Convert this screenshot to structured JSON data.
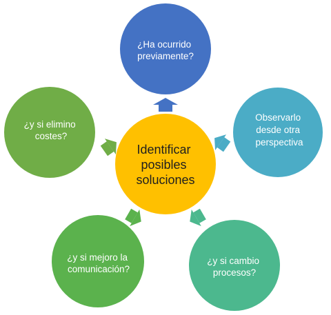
{
  "diagram": {
    "center": {
      "lines": [
        "Identificar",
        "posibles",
        "soluciones"
      ],
      "color": "#FFC000",
      "text_color": "#1f1f1f"
    },
    "nodes": [
      {
        "id": "top",
        "lines": [
          "¿Ha ocurrido",
          "previamente?"
        ],
        "color": "#4472C4",
        "text_color": "#ffffff"
      },
      {
        "id": "right",
        "lines": [
          "Observarlo",
          "desde otra",
          "perspectiva"
        ],
        "color": "#4BACC6",
        "text_color": "#ffffff"
      },
      {
        "id": "bottom-right",
        "lines": [
          "¿y si cambio",
          "procesos?"
        ],
        "color": "#4CB88E",
        "text_color": "#ffffff"
      },
      {
        "id": "bottom-left",
        "lines": [
          "¿y si mejoro la",
          "comunicación?"
        ],
        "color": "#5BB24D",
        "text_color": "#ffffff"
      },
      {
        "id": "left",
        "lines": [
          "¿y si elimino",
          "costes?"
        ],
        "color": "#70AD47",
        "text_color": "#ffffff"
      }
    ]
  }
}
